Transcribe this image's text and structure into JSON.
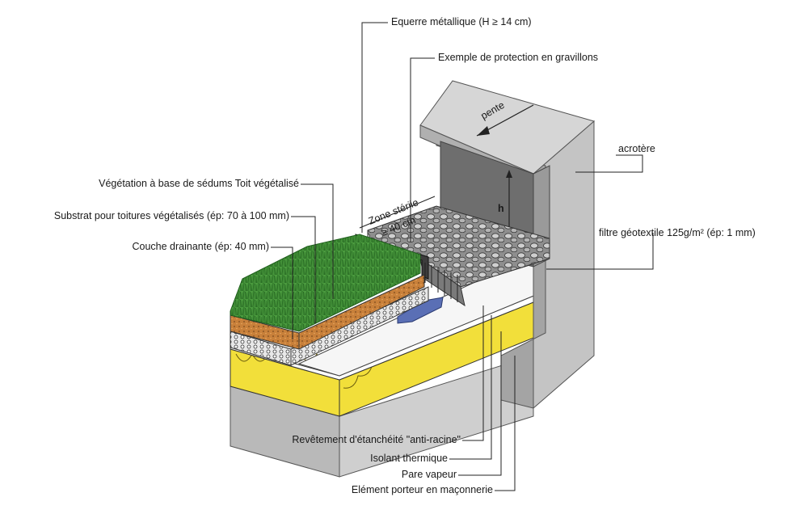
{
  "labels": {
    "equerre": "Equerre métallique (H ≥ 14 cm)",
    "gravillons": "Exemple de protection en gravillons",
    "acrotere": "acrotère",
    "vegetation": "Végétation à base de sédums Toit végétalisé",
    "substrat": "Substrat pour toitures végétalisés (ép: 70 à 100 mm)",
    "drainante": "Couche drainante (ép: 40 mm)",
    "filtre": "filtre géotextile 125g/m² (ép: 1 mm)",
    "revetement": "Revêtement d'étanchéité \"anti-racine\"",
    "isolant": "Isolant thermique",
    "pare_vapeur": "Pare vapeur",
    "element_porteur": "Elément porteur en maçonnerie",
    "pente": "pente",
    "zone_sterile_1": "Zone stérile",
    "zone_sterile_2": "≥ 40 cm",
    "h": "h"
  },
  "colors": {
    "concrete_light": "#d2d2d2",
    "concrete_mid": "#b8b8b8",
    "concrete_dark": "#8a8a8a",
    "insulation": "#f2df3a",
    "substrate": "#c8803a",
    "grass": "#3f8f3a",
    "gravel": "#9a9a9a",
    "drain_pipe": "#5a6fb5"
  }
}
